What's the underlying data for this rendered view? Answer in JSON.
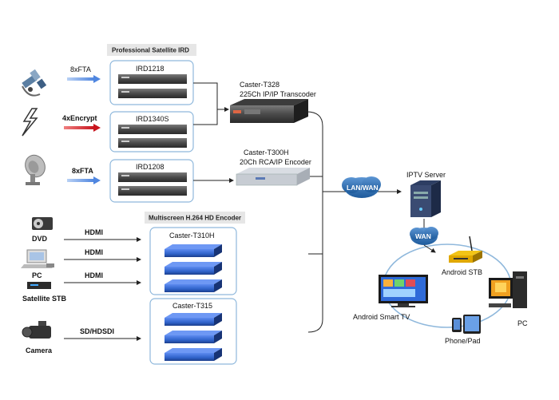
{
  "headers": {
    "satellite_ird": "Professional Satellite IRD",
    "hd_encoder": "Multiscreen H.264 HD Encoder"
  },
  "inputs": {
    "fta1": "8xFTA",
    "encrypt": "4xEncrypt",
    "fta2": "8xFTA",
    "hdmi1": "HDMI",
    "hdmi2": "HDMI",
    "hdmi3": "HDMI",
    "sdi": "SD/HDSDI"
  },
  "sources": {
    "dvd": "DVD",
    "pc": "PC",
    "stb": "Satellite STB",
    "camera": "Camera"
  },
  "devices": {
    "ird1": "IRD1218",
    "ird2": "IRD1340S",
    "ird3": "IRD1208",
    "t328_name": "Caster-T328",
    "t328_desc": "225Ch IP/IP Transcoder",
    "t300_name": "Caster-T300H",
    "t300_desc": "20Ch RCA/IP Encoder",
    "t310": "Caster-T310H",
    "t315": "Caster-T315"
  },
  "network": {
    "lan": "LAN/WAN",
    "wan": "WAN",
    "server": "IPTV Server"
  },
  "clients": {
    "stb": "Android STB",
    "tv": "Android Smart TV",
    "pc": "PC",
    "phone": "Phone/Pad"
  },
  "colors": {
    "blue_arrow": "#6a9be6",
    "red_arrow": "#c8141e",
    "cloud": "#2a6bb0",
    "box_border": "#8fb8dc",
    "rack_blue": "#2f62c9"
  }
}
